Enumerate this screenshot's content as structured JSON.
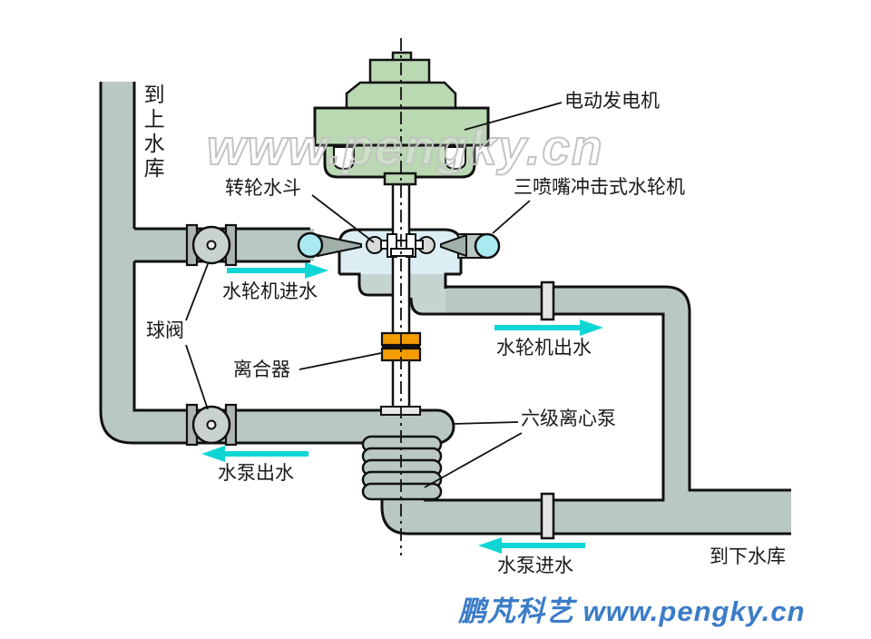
{
  "labels": {
    "to_upper_reservoir": "到上水库",
    "motor_generator": "电动发电机",
    "runner_bucket": "转轮水斗",
    "three_nozzle_turbine": "三喷嘴冲击式水轮机",
    "turbine_inlet": "水轮机进水",
    "ball_valve": "球阀",
    "turbine_outlet": "水轮机出水",
    "clutch": "离合器",
    "six_stage_pump": "六级离心泵",
    "pump_outlet": "水泵出水",
    "pump_inlet": "水泵进水",
    "to_lower_reservoir": "到下水库"
  },
  "watermark": "www.pengky.cn",
  "footer": "鹏芃科艺 www.pengky.cn",
  "flow_arrows": [
    {
      "label": "水轮机进水",
      "direction": "right"
    },
    {
      "label": "水轮机出水",
      "direction": "right"
    },
    {
      "label": "水泵出水",
      "direction": "left"
    },
    {
      "label": "水泵进水",
      "direction": "left"
    }
  ],
  "colors": {
    "pipe_gray": "#b9c8c3",
    "machine_green": "#bad8b2",
    "housing_blue": "#dceef3",
    "water_gray": "#c6d4d1",
    "nozzle_gray": "#a2b0aa",
    "cyan_pipe_end": "#abe9f1",
    "clutch_orange": "#f39c00",
    "flow_cyan": "#0fd6d4",
    "outline_black": "#111111",
    "watermark_gray": "#c4c4c4",
    "footer_blue": "#3b7cc8"
  }
}
